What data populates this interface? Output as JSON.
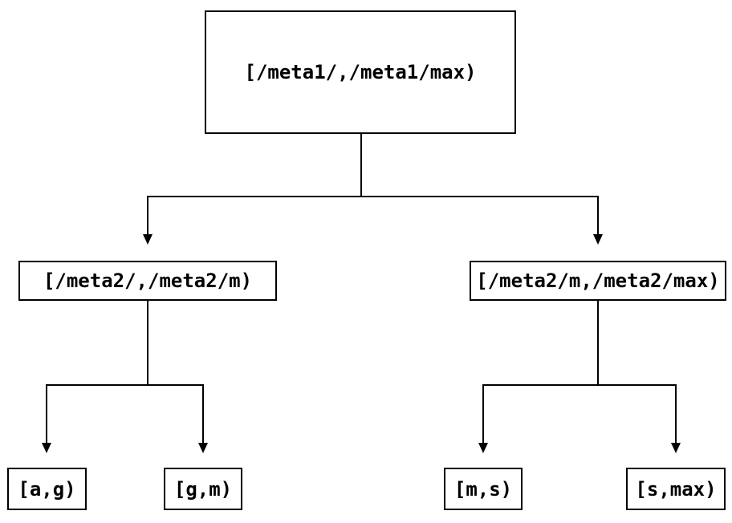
{
  "diagram": {
    "type": "tree",
    "background_color": "#ffffff",
    "line_color": "#000000",
    "box_border_color": "#000000",
    "box_fill_color": "#ffffff",
    "text_color": "#000000",
    "nodes": {
      "root": {
        "label": "[/meta1/,/meta1/max)"
      },
      "meta2_left": {
        "label": "[/meta2/,/meta2/m)"
      },
      "meta2_right": {
        "label": "[/meta2/m,/meta2/max)"
      },
      "leaf_ag": {
        "label": "[a,g)"
      },
      "leaf_gm": {
        "label": "[g,m)"
      },
      "leaf_ms": {
        "label": "[m,s)"
      },
      "leaf_smax": {
        "label": "[s,max)"
      }
    },
    "edges": [
      {
        "from": "root",
        "to": "meta2_left"
      },
      {
        "from": "root",
        "to": "meta2_right"
      },
      {
        "from": "meta2_left",
        "to": "leaf_ag"
      },
      {
        "from": "meta2_left",
        "to": "leaf_gm"
      },
      {
        "from": "meta2_right",
        "to": "leaf_ms"
      },
      {
        "from": "meta2_right",
        "to": "leaf_smax"
      }
    ]
  }
}
